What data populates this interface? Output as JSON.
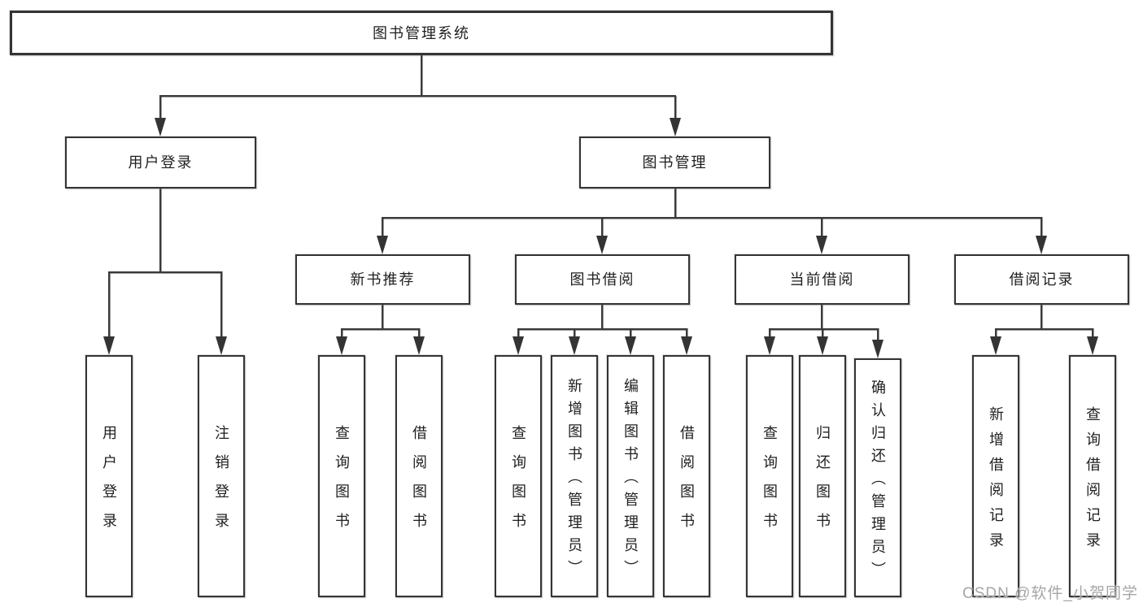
{
  "diagram": {
    "root": "图书管理系统",
    "level2": [
      "用户登录",
      "图书管理"
    ],
    "level3": [
      "新书推荐",
      "图书借阅",
      "当前借阅",
      "借阅记录"
    ],
    "leaves": [
      "用户登录",
      "注销登录",
      "查询图书",
      "借阅图书",
      "查询图书",
      "新增图书（管理员）",
      "编辑图书（管理员）",
      "借阅图书",
      "查询图书",
      "归还图书",
      "确认归还（管理员）",
      "新增借阅记录",
      "查询借阅记录"
    ]
  },
  "watermark": "CSDN @软件_小贺同学",
  "colors": {
    "background": "#ffffff",
    "line": "#3a3a3a",
    "box_border": "#343434",
    "text": "#1f1f1f",
    "watermark": "#a6a6a6"
  }
}
